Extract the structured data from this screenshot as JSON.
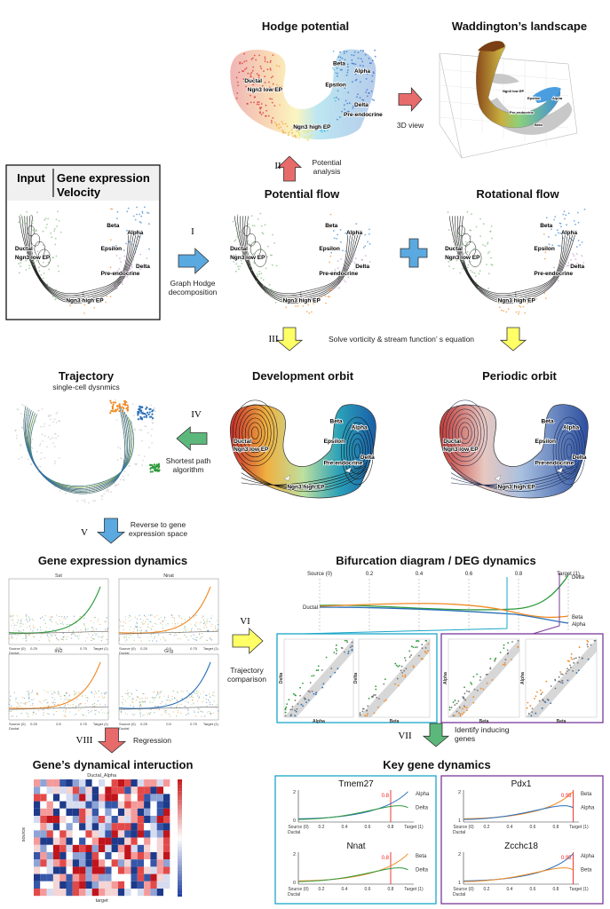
{
  "colors": {
    "arrow_blue": "#5aa9e0",
    "arrow_yellow": "#ffff66",
    "arrow_green": "#5cb87a",
    "arrow_red": "#e86b6b",
    "orange": "#f08a24",
    "green": "#5aa04a",
    "blue": "#2a6fb8",
    "box_cyan": "#1aa6c8",
    "box_purple": "#7a3a9a"
  },
  "cells": {
    "ductal": "Ductal",
    "ngn3_low": "Ngn3 low EP",
    "ngn3_high": "Ngn3 high EP",
    "beta": "Beta",
    "alpha": "Alpha",
    "epsilon": "Epsilon",
    "delta": "Delta",
    "pre": "Pre-endocrine"
  },
  "panels": {
    "hodge": "Hodge potential",
    "waddington": "Waddington’s landscape",
    "potential_flow": "Potential flow",
    "rotational_flow": "Rotational flow",
    "development_orbit": "Development orbit",
    "periodic_orbit": "Periodic orbit",
    "trajectory": "Trajectory",
    "trajectory_sub": "single-cell dysnmics",
    "gene_expression_dynamics": "Gene expression dynamics",
    "bifurcation": "Bifurcation diagram / DEG dynamics",
    "gene_interaction": "Gene’s dynamical interuction",
    "key_gene": "Key gene dynamics"
  },
  "input_box": {
    "input": "Input",
    "gene_expression": "Gene expression",
    "velocity": "Velocity"
  },
  "steps": {
    "i": "I",
    "i_label": [
      "Graph Hodge",
      "decomposition"
    ],
    "ii": "II",
    "ii_label": [
      "Potential",
      "analysis"
    ],
    "three_d": "3D view",
    "iii": "III",
    "iii_label": "Solve vorticity & stream function’ s equation",
    "iv": "IV",
    "iv_label": [
      "Shortest path",
      "algorithm"
    ],
    "v": "V",
    "v_label": [
      "Reverse to gene",
      "expression space"
    ],
    "vi": "VI",
    "vi_label": [
      "Trajectory",
      "comparison"
    ],
    "vii": "VII",
    "vii_label": [
      "Identify inducing",
      "genes"
    ],
    "viii": "VIII",
    "viii_label": "Regression"
  },
  "gene_plots": {
    "genes": [
      "Sst",
      "Nnat",
      "Irs2",
      "Gcg"
    ],
    "xticks": [
      "Source (0)",
      "0.25",
      "0.5",
      "0.75",
      "Target (1)"
    ],
    "xsub": "Ductal"
  },
  "bifurcation": {
    "ticks": [
      "Source (0)",
      "0.2",
      "0.4",
      "0.6",
      "0.8",
      "Target (1)"
    ],
    "left_label": "Ductal",
    "end_labels": [
      "Delta",
      "Beta",
      "Alpha"
    ]
  },
  "scatter": {
    "axes": [
      "Delta",
      "Alpha",
      "Delta",
      "Beta",
      "Alpha",
      "Beta",
      "Alpha",
      "Beta"
    ]
  },
  "heatmap": {
    "title": "Ductal_Alpha",
    "xlabel": "target",
    "ylabel": "source"
  },
  "key_genes": {
    "genes": [
      "Tmem27",
      "Pdx1",
      "Nnat",
      "Zcchc18"
    ],
    "thresholds": [
      "0.8",
      "0.95",
      "0.8",
      "0.95"
    ],
    "labels": [
      [
        "Alpha",
        "Delta"
      ],
      [
        "Beta",
        "Alpha"
      ],
      [
        "Beta",
        "Delta"
      ],
      [
        "Alpha",
        "Beta"
      ]
    ],
    "yticks": [
      "0",
      "2"
    ],
    "yticks_b": [
      "1",
      "2"
    ],
    "xticks": [
      "Source (0)",
      "0.2",
      "0.4",
      "0.6",
      "0.8",
      "Target (1)"
    ],
    "xsub": "Ductal"
  }
}
